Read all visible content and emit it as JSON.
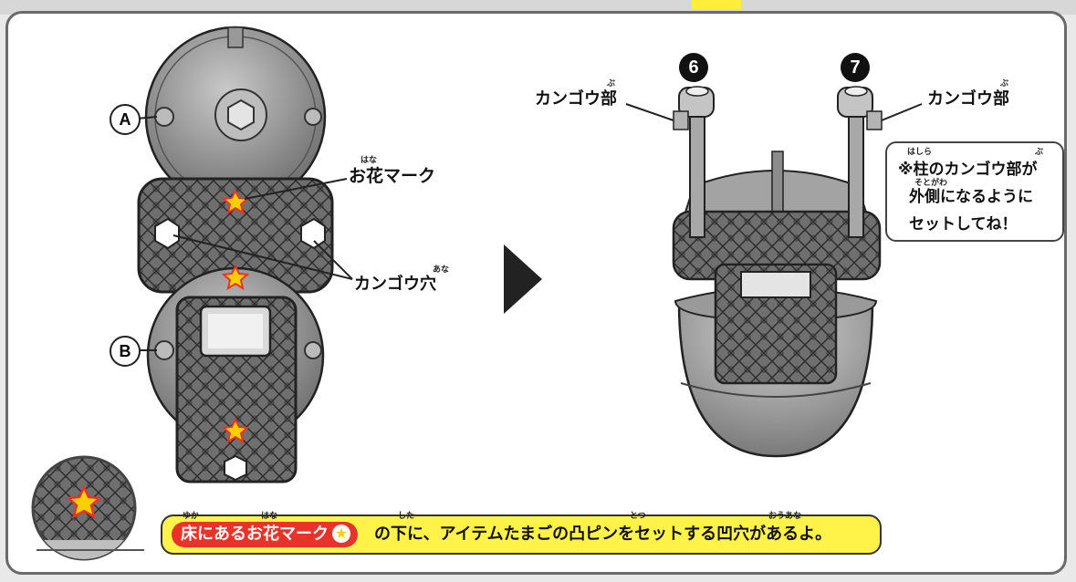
{
  "labels": {
    "a": "A",
    "b": "B",
    "six": "6",
    "seven": "7",
    "flower_mark": "お花マーク",
    "flower_mark_ruby": "はな",
    "kangou_hole": "カンゴウ穴",
    "kangou_hole_ruby": "あな",
    "kangou_part_left": "カンゴウ部",
    "kangou_part_right": "カンゴウ部",
    "bu_ruby": "ぶ"
  },
  "note": {
    "line1": "※柱のカンゴウ部が",
    "line2": "外側になるように",
    "line3": "セットしてね！",
    "ruby_hashira": "はしら",
    "ruby_bu": "ぶ",
    "ruby_sotogawa": "そとがわ"
  },
  "bottom_note": {
    "highlight": "床にあるお花マーク",
    "text": "の下に、アイテムたまごの凸ピンをセットする凹穴があるよ。",
    "ruby_yuka": "ゆか",
    "ruby_hana": "はな",
    "ruby_shita": "した",
    "ruby_totsu": "とつ",
    "ruby_ouana": "おうあな"
  },
  "colors": {
    "accent_yellow": "#fff34a",
    "accent_red": "#e8332a",
    "star": "#ffcf00"
  },
  "icons": [
    "play-arrow-icon",
    "flower-star-icon",
    "hexagon-hole-icon"
  ]
}
